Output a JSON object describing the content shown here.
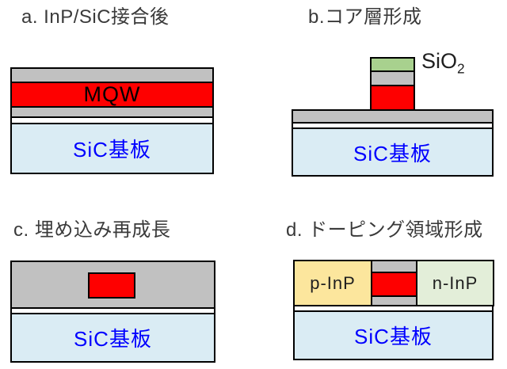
{
  "panel_a": {
    "title": "a. InP/SiC接合後",
    "mqw": "MQW",
    "substrate": "SiC基板"
  },
  "panel_b": {
    "title": "b.コア層形成",
    "sio2_base": "SiO",
    "sio2_sub": "2",
    "substrate": "SiC基板"
  },
  "panel_c": {
    "title": "c. 埋め込み再成長",
    "substrate": "SiC基板"
  },
  "panel_d": {
    "title": "d. ドーピング領域形成",
    "p_region": "p-InP",
    "n_region": "n-InP",
    "substrate": "SiC基板"
  },
  "colors": {
    "background": "#ffffff",
    "gray": "#c1c1c1",
    "red": "#fe0000",
    "substrate_blue": "#daecf4",
    "sio2_green": "#a8d18e",
    "p_inp_yellow": "#fce69d",
    "n_inp_green": "#e3eed9",
    "outline": "#000000",
    "title_text": "#3a3a3a",
    "label_blue": "#0000ff",
    "label_black": "#1f1f1f"
  }
}
